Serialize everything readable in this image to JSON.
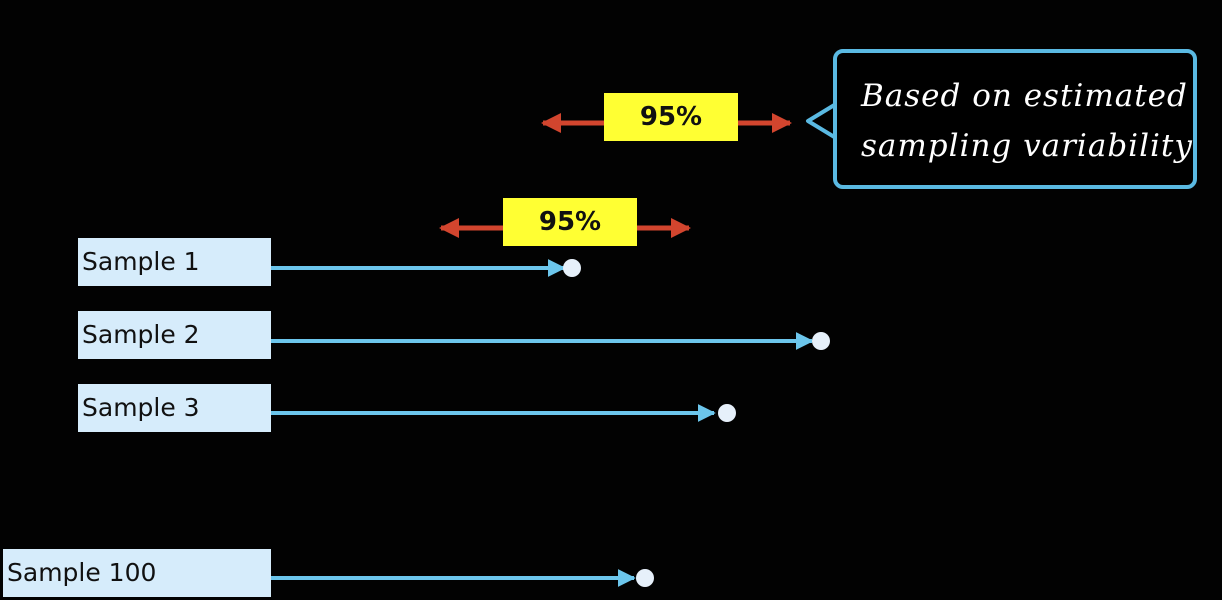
{
  "samples": [
    {
      "label": "Sample 1"
    },
    {
      "label": "Sample 2"
    },
    {
      "label": "Sample 3"
    },
    {
      "label": "Sample 100"
    }
  ],
  "interval_upper": {
    "label": "95%"
  },
  "interval_lower": {
    "label": "95%"
  },
  "callout": {
    "line1": "Based on estimated",
    "line2": "sampling variability"
  },
  "colors": {
    "background": "#000000",
    "sample_box": "#d6ecfb",
    "arrow": "#6cc6ec",
    "dot": "#e6f0fa",
    "pct_box": "#ffff33",
    "interval_arrow": "#d2452e",
    "callout_border": "#5ab9e2"
  }
}
